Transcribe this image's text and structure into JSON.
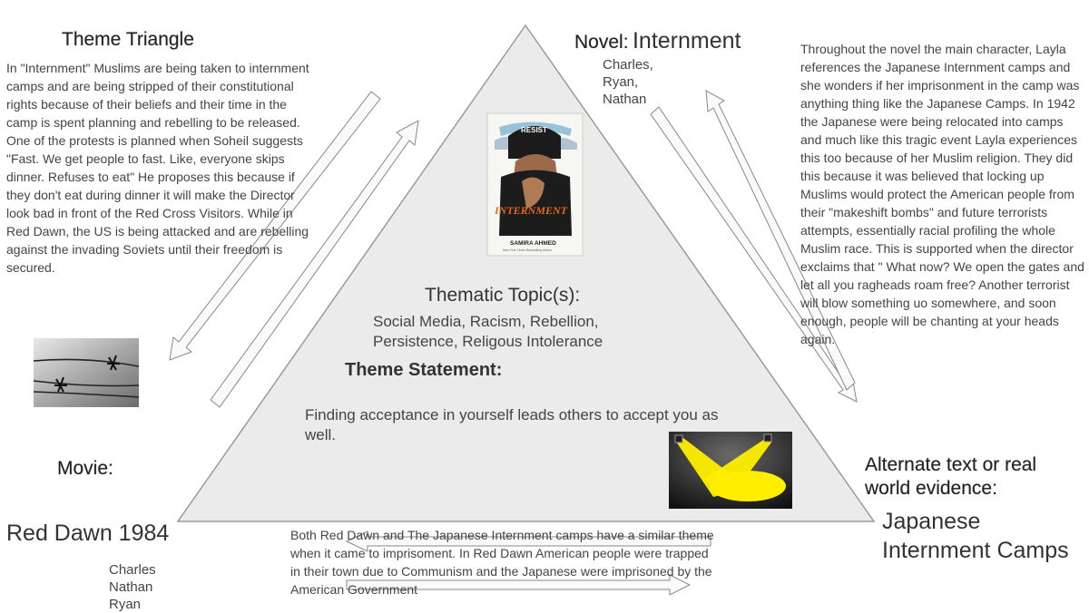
{
  "theme_triangle": {
    "title": "Theme Triangle",
    "text": "In \"Internment\" Muslims are being taken to internment camps and are being stripped of their constitutional rights because of their beliefs and their time in the camp is spent planning and rebelling to be released. One of the protests is planned when Soheil suggests \"Fast. We get people to fast. Like, everyone skips dinner. Refuses to eat\" He proposes this because if they don't eat during dinner it will make the Director look bad in front of the Red Cross Visitors. While in Red Dawn, the US is being attacked and are rebelling against the invading Soviets until their freedom is secured."
  },
  "novel": {
    "label": "Novel:",
    "title": "Internment",
    "authors": [
      "Charles,",
      "Ryan,",
      "Nathan"
    ],
    "cover_top_text": "RESIST",
    "cover_title": "INTERNMENT",
    "cover_author": "SAMIRA AHMED",
    "cover_tagline": "New York Times Bestselling Author"
  },
  "right_text": "Throughout the novel the main character, Layla references the Japanese Internment camps and she wonders if her imprisonment in the camp was anything thing like the Japanese Camps. In 1942 the Japanese were being relocated into camps and much like this tragic event Layla experiences this too because of her Muslim religion. They did this because it was believed that locking up Muslims would protect the American people from their \"makeshift bombs\" and future terrorists attempts, essentially racial profiling the whole Muslim race. This is supported when the director exclaims that \" What now? We open the gates and let all you ragheads roam free? Another terrorist will blow something uo somewhere, and soon enough, people will be chanting at your heads again.",
  "center": {
    "topic_label": "Thematic Topic(s):",
    "topics_line1": "Social Media, Racism, Rebellion,",
    "topics_line2": "Persistence, Religous Intolerance",
    "statement_label": "Theme Statement:",
    "statement": "Finding acceptance in yourself leads others to accept you as well."
  },
  "movie": {
    "label": "Movie:",
    "title": "Red Dawn 1984",
    "authors": [
      "Charles",
      "Nathan",
      "Ryan"
    ]
  },
  "alternate": {
    "label_line1": "Alternate text or real",
    "label_line2": "world evidence:",
    "title_line1": "Japanese",
    "title_line2": "Internment Camps"
  },
  "bottom_text": "Both Red Dawn and The Japanese Internment camps have a similar theme when it came to imprisoment. In Red Dawn American people were trapped in their town due to Communism and the Japanese were imprisoned by the American Government",
  "icons": {
    "barbed_wire": "barbed-wire-image",
    "spotlights": "spotlight-image",
    "book_cover": "book-cover-image"
  },
  "colors": {
    "triangle_fill": "#ebebeb",
    "triangle_stroke": "#9a9a9a",
    "spotlight": "#ffee00",
    "cover_accent": "#e06a1b"
  }
}
